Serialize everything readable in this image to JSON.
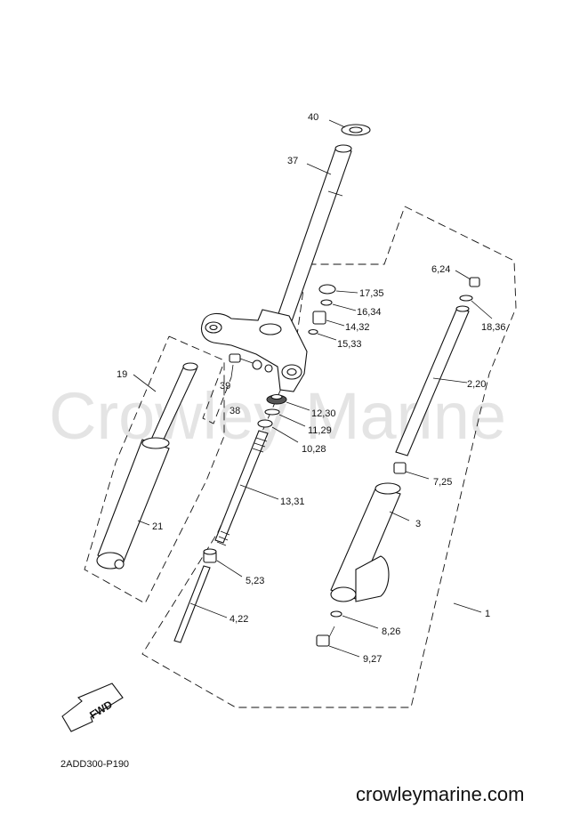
{
  "watermark": "Crowley Marine",
  "diagram_code": "2ADD300-P190",
  "website": "crowleymarine.com",
  "fwd_label": "FWD",
  "callouts": {
    "c40": "40",
    "c37": "37",
    "c6_24": "6,24",
    "c17_35": "17,35",
    "c16_34": "16,34",
    "c18_36": "18,36",
    "c14_32": "14,32",
    "c15_33": "15,33",
    "c19": "19",
    "c39": "39",
    "c38": "38",
    "c12_30": "12,30",
    "c11_29": "11,29",
    "c2_20": "2,20",
    "c10_28": "10,28",
    "c7_25": "7,25",
    "c13_31": "13,31",
    "c21": "21",
    "c3": "3",
    "c5_23": "5,23",
    "c1": "1",
    "c4_22": "4,22",
    "c8_26": "8,26",
    "c9_27": "9,27"
  }
}
